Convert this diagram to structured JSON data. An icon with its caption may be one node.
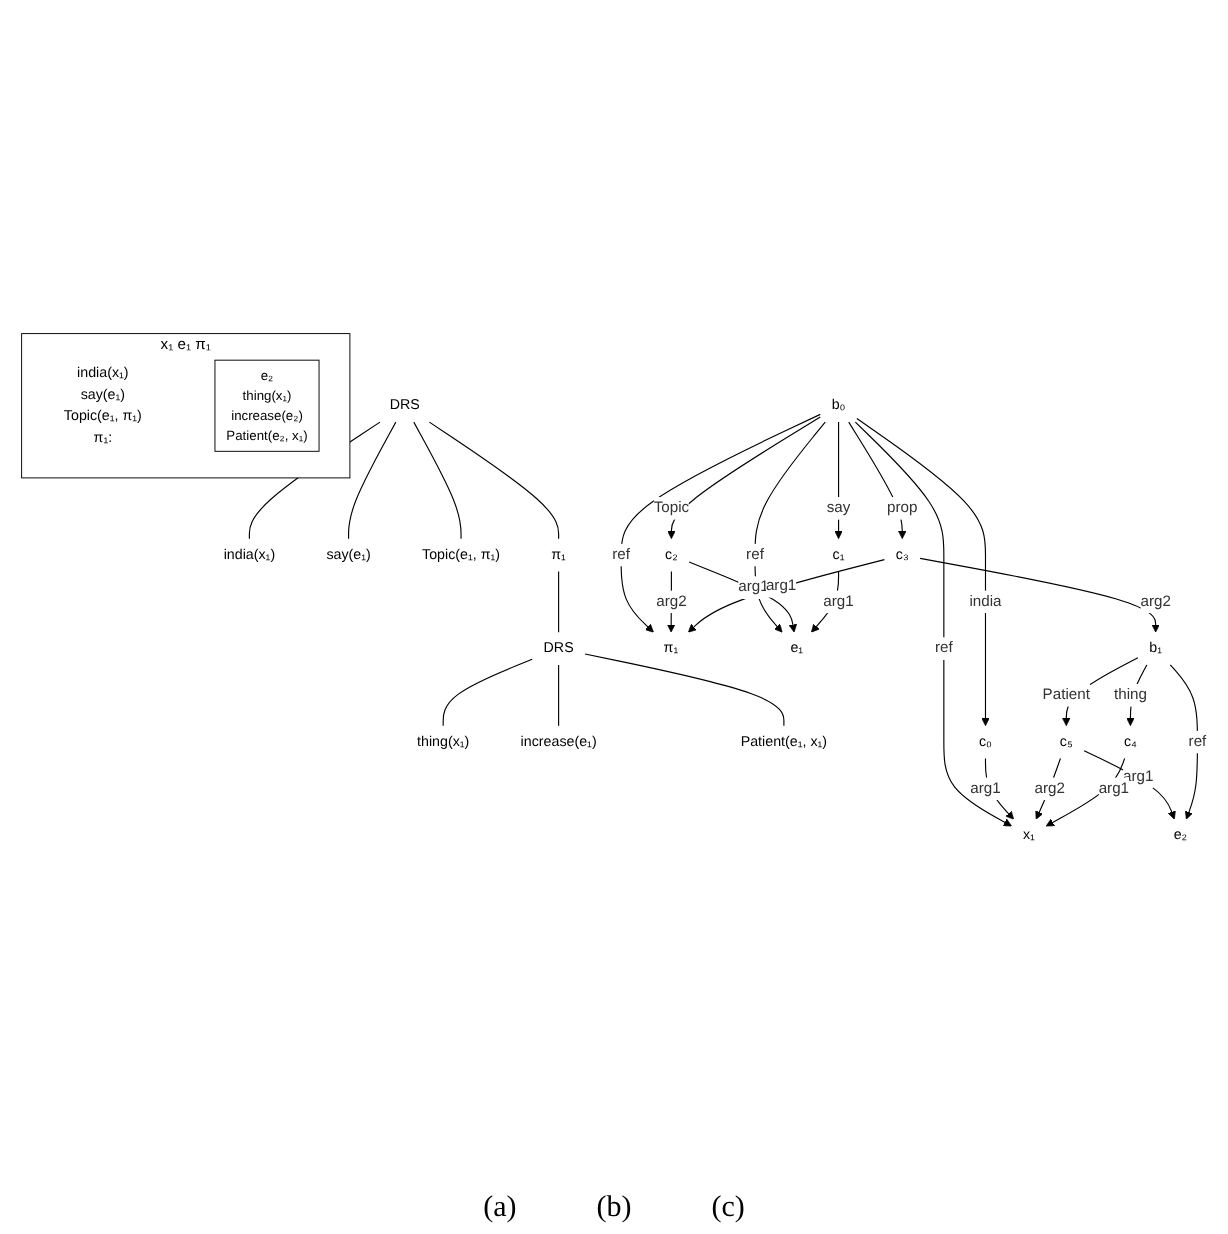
{
  "diagram": {
    "nodes": [
      {
        "text": [
          "x₁ e₁ π₁",
          "india(x₁)",
          "say(e₁)",
          "Topic(e₁, π₁)",
          "π₁:"
        ]
      },
      {
        "text": [
          "e₂",
          "thing(x₁)",
          "increase(e₂)",
          "Patient(e₂, x₁)"
        ],
        "in": 0
      },
      {
        "text": [
          "DRS"
        ]
      },
      {
        "text": [
          "india(x₁)"
        ]
      },
      {
        "text": [
          "say(e₁)"
        ]
      },
      {
        "text": [
          "Topic(e₁, π₁)"
        ]
      },
      {
        "text": [
          "π₁"
        ]
      },
      {
        "text": [
          "DRS"
        ]
      },
      {
        "text": [
          "thing(x₁)"
        ]
      },
      {
        "text": [
          "increase(e₁)"
        ]
      },
      {
        "text": [
          "Patient(e₁, x₁)"
        ]
      },
      {
        "text": [
          "c₅"
        ]
      },
      {
        "text": [
          "π₁"
        ]
      },
      {
        "text": [
          "e₁"
        ]
      },
      {
        "text": [
          "x₁"
        ]
      },
      {
        "text": [
          "e₂"
        ]
      },
      {
        "text": [
          "c₄"
        ]
      },
      {
        "text": [
          "b₀"
        ]
      },
      {
        "text": [
          "c₂"
        ]
      },
      {
        "text": [
          "c₁"
        ]
      },
      {
        "text": [
          "c₀"
        ]
      },
      {
        "text": [
          "c₃"
        ]
      },
      {
        "text": [
          "b₁"
        ]
      }
    ],
    "edges": [
      {
        "from": 2,
        "to": 3,
        "arrow": "none"
      },
      {
        "from": 2,
        "to": 4,
        "arrow": "none"
      },
      {
        "from": 2,
        "to": 5,
        "arrow": "none"
      },
      {
        "from": 2,
        "to": 6,
        "arrow": "none"
      },
      {
        "from": 6,
        "to": 7,
        "arrow": "none"
      },
      {
        "from": 7,
        "to": 8,
        "arrow": "none"
      },
      {
        "from": 7,
        "to": 9,
        "arrow": "none"
      },
      {
        "from": 7,
        "to": 10,
        "arrow": "none"
      },
      {
        "from": 17,
        "to": 14,
        "label": "ref",
        "arrow": "to"
      },
      {
        "from": 17,
        "to": 13,
        "label": "ref",
        "arrow": "to"
      },
      {
        "from": 17,
        "to": 12,
        "label": "ref",
        "arrow": "to"
      },
      {
        "from": 17,
        "to": 18,
        "label": "Topic",
        "arrow": "to"
      },
      {
        "from": 17,
        "to": 19,
        "label": "say",
        "arrow": "to"
      },
      {
        "from": 17,
        "to": 20,
        "label": "india",
        "arrow": "to"
      },
      {
        "from": 17,
        "to": 21,
        "label": "prop",
        "arrow": "to"
      },
      {
        "from": 18,
        "to": 12,
        "label": "arg2",
        "arrow": "to"
      },
      {
        "from": 18,
        "to": 13,
        "label": "arg1",
        "arrow": "to"
      },
      {
        "from": 19,
        "to": 13,
        "label": "arg1",
        "arrow": "to"
      },
      {
        "from": 20,
        "to": 14,
        "label": "arg1",
        "arrow": "to"
      },
      {
        "from": 21,
        "to": 12,
        "label": "arg1",
        "arrow": "to"
      },
      {
        "from": 21,
        "to": 22,
        "label": "arg2",
        "arrow": "to"
      },
      {
        "from": 11,
        "to": 14,
        "label": "arg2",
        "arrow": "to"
      },
      {
        "from": 11,
        "to": 15,
        "label": "arg1",
        "arrow": "to"
      },
      {
        "from": 16,
        "to": 14,
        "label": "arg1",
        "arrow": "to"
      },
      {
        "from": 22,
        "to": 11,
        "label": "Patient",
        "arrow": "to"
      },
      {
        "from": 22,
        "to": 15,
        "label": "ref",
        "arrow": "to"
      },
      {
        "from": 22,
        "to": 16,
        "label": "thing",
        "arrow": "to"
      }
    ],
    "labels": [
      "(a)",
      "(b)",
      "(c)"
    ]
  }
}
